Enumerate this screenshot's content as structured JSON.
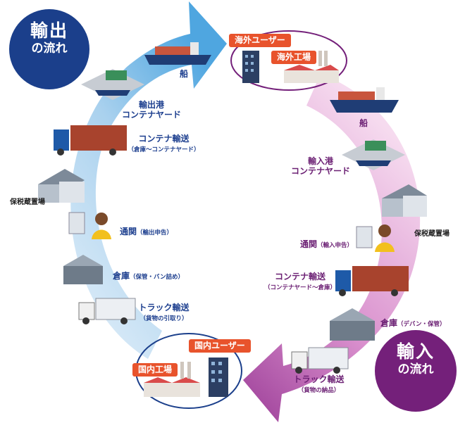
{
  "export_badge": {
    "line1": "輸出",
    "line2": "の流れ"
  },
  "import_badge": {
    "line1": "輸入",
    "line2": "の流れ"
  },
  "colors": {
    "export": "#1b3f8b",
    "import": "#74207a",
    "tag": "#e8532c"
  },
  "overseas": {
    "user": "海外ユーザー",
    "factory": "海外工場"
  },
  "domestic": {
    "user": "国内ユーザー",
    "factory": "国内工場"
  },
  "export_steps": {
    "ship": "船",
    "port": {
      "line1": "輸出港",
      "line2": "コンテナヤード"
    },
    "container": {
      "main": "コンテナ輸送",
      "sub": "（倉庫〜コンテナヤード）"
    },
    "bonded": "保税蔵置場",
    "customs": {
      "main": "通関",
      "sub": "（輸出申告）"
    },
    "warehouse": {
      "main": "倉庫",
      "sub": "（保管・バン詰め）"
    },
    "truck": {
      "main": "トラック輸送",
      "sub": "（貨物の引取り）"
    }
  },
  "import_steps": {
    "ship": "船",
    "port": {
      "line1": "輸入港",
      "line2": "コンテナヤード"
    },
    "bonded": "保税蔵置場",
    "customs": {
      "main": "通関",
      "sub": "（輸入申告）"
    },
    "container": {
      "main": "コンテナ輸送",
      "sub": "（コンテナヤード〜倉庫）"
    },
    "warehouse": {
      "main": "倉庫",
      "sub": "（デバン・保管）"
    },
    "truck": {
      "main": "トラック輸送",
      "sub": "（貨物の納品）"
    }
  }
}
